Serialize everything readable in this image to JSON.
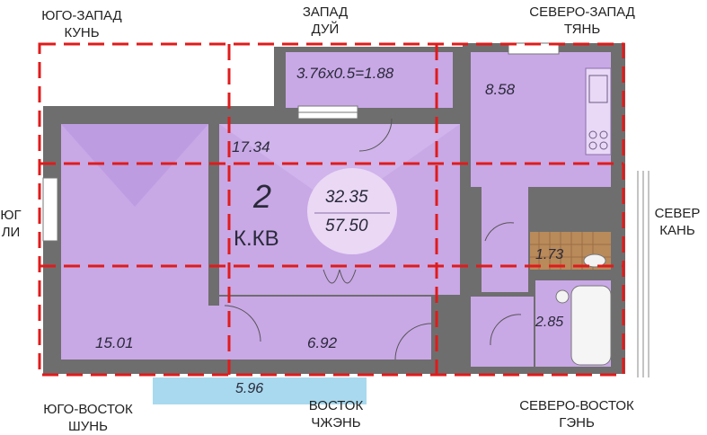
{
  "directions": {
    "sw": {
      "line1": "ЮГО-ЗАПАД",
      "line2": "КУНЬ"
    },
    "w": {
      "line1": "ЗАПАД",
      "line2": "ДУЙ"
    },
    "nw": {
      "line1": "СЕВЕРО-ЗАПАД",
      "line2": "ТЯНЬ"
    },
    "s": {
      "line1": "ЮГ",
      "line2": "ЛИ"
    },
    "n": {
      "line1": "СЕВЕР",
      "line2": "КАНЬ"
    },
    "se": {
      "line1": "ЮГО-ВОСТОК",
      "line2": "ШУНЬ"
    },
    "e": {
      "line1": "ВОСТОК",
      "line2": "ЧЖЭНЬ"
    },
    "ne": {
      "line1": "СЕВЕРО-ВОСТОК",
      "line2": "ГЭНЬ"
    }
  },
  "plan": {
    "rooms_label": "2",
    "rooms_suffix": "К.КВ",
    "living_area": "32.35",
    "total_area": "57.50",
    "balcony": "3.76x0.5=1.88",
    "kitchen": "8.58",
    "living_room": "17.34",
    "bedroom": "15.01",
    "hall": "6.92",
    "wc": "1.73",
    "bath": "2.85",
    "loggia": "5.96"
  },
  "colors": {
    "room_fill": "#c9a8e6",
    "wall": "#6e6e6e",
    "grid": "#e01b1b",
    "tile": "#b98a5a"
  }
}
